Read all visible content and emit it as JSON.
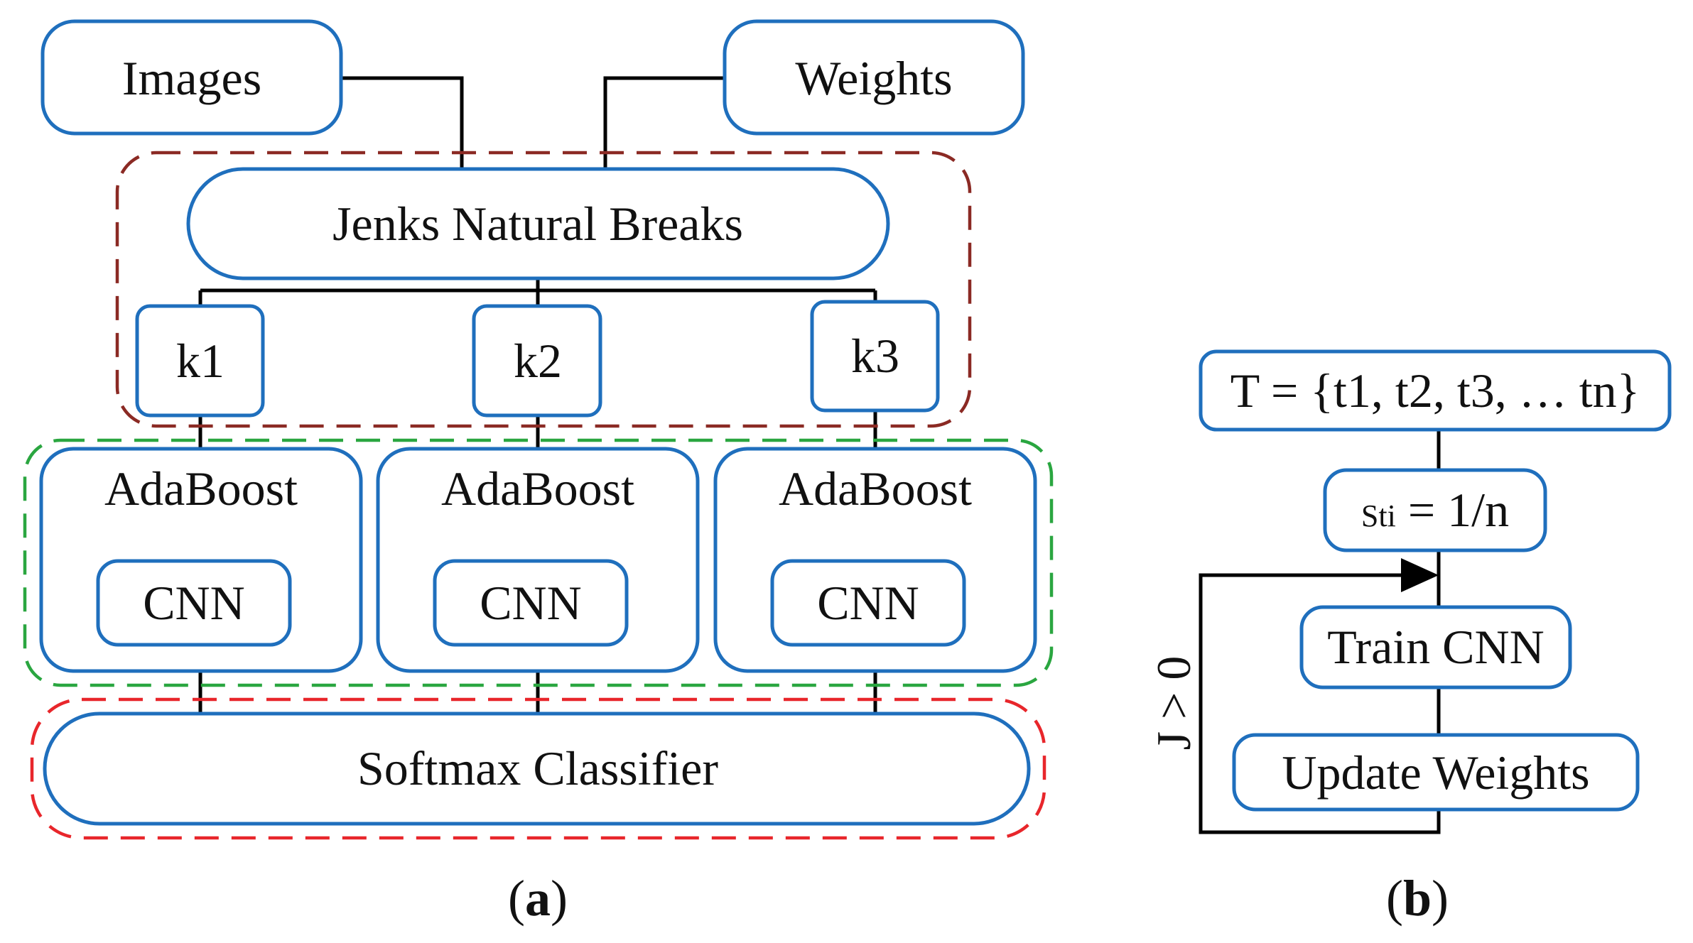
{
  "panel_a": {
    "images": "Images",
    "weights": "Weights",
    "jenks": "Jenks Natural Breaks",
    "k1": "k1",
    "k2": "k2",
    "k3": "k3",
    "adaboost_1": "AdaBoost",
    "adaboost_2": "AdaBoost",
    "adaboost_3": "AdaBoost",
    "cnn_1": "CNN",
    "cnn_2": "CNN",
    "cnn_3": "CNN",
    "softmax": "Softmax Classifier",
    "caption_open": "(",
    "caption_letter": "a",
    "caption_close": ")"
  },
  "panel_b": {
    "tset": "T = {t1, t2, t3, … tn}",
    "sti_sub": "Sti",
    "sti_rest": " = 1/n",
    "train": "Train CNN",
    "update": "Update Weights",
    "loop_label": "J > 0",
    "caption_open": "(",
    "caption_letter": "b",
    "caption_close": ")"
  },
  "colors": {
    "node_border": "#1f6fbd",
    "jenks_group": "#8b2a24",
    "adaboost_group": "#2aa640",
    "softmax_group": "#e8262b",
    "connector": "#000000"
  }
}
